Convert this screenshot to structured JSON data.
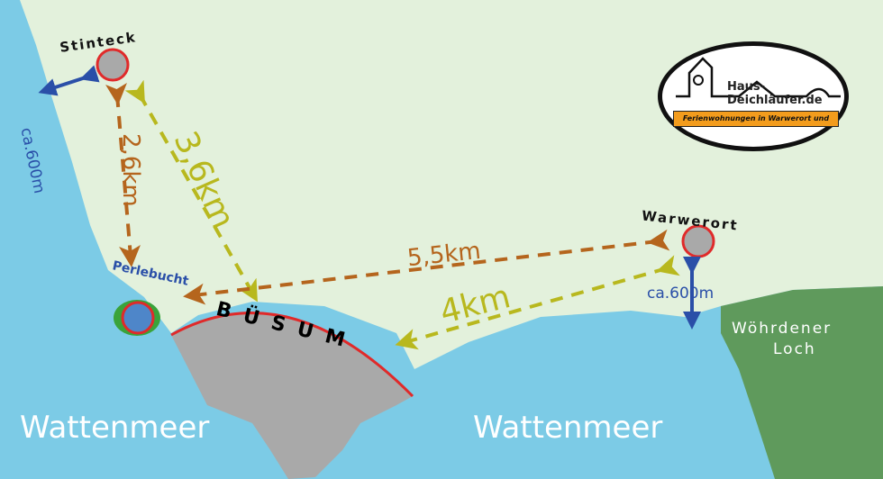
{
  "map": {
    "places": {
      "stinteck": "Stinteck",
      "perlebucht": "Perlebucht",
      "buesum": "BÜSUM",
      "warwerort": "Warwerort",
      "woehrdener_loch_line1": "Wöhrdener",
      "woehrdener_loch_line2": "Loch"
    },
    "waters": {
      "left": "Wattenmeer",
      "right": "Wattenmeer"
    },
    "distances": {
      "stinteck_beach": "ca.600m",
      "stinteck_perlebucht": "2,6km",
      "stinteck_buesum": "3,6km",
      "warwerort_perlebucht": "5,5km",
      "warwerort_buesum": "4km",
      "warwerort_beach": "ca.600m"
    },
    "colors": {
      "land": "#e3f1dc",
      "sea": "#7ccbe6",
      "marsh": "#5f9a5c",
      "town": "#a9a9a9",
      "brown_route": "#b5651d",
      "olive_route": "#b8b81e",
      "blue_route": "#2a4fa8"
    }
  },
  "logo": {
    "name": "Haus-Deichläufer.de",
    "tagline": "Ferienwohnungen in Warwerort und Stinteck bei Büsum"
  }
}
